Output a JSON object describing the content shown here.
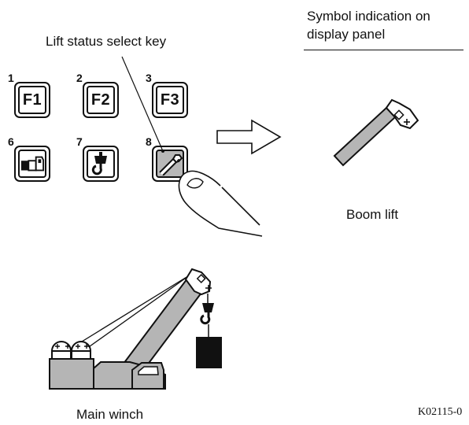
{
  "labels": {
    "symbol_indication_line1": "Symbol indication on",
    "symbol_indication_line2": "display panel",
    "lift_status_key": "Lift status select key",
    "boom_lift": "Boom lift",
    "main_winch": "Main winch",
    "figure_code": "K02115-0"
  },
  "keys": [
    {
      "number": "1",
      "label": "F1"
    },
    {
      "number": "2",
      "label": "F2"
    },
    {
      "number": "3",
      "label": "F3"
    },
    {
      "number": "6",
      "icon": "telescope-icon"
    },
    {
      "number": "7",
      "icon": "hook-icon"
    },
    {
      "number": "8",
      "icon": "boom-lift-icon",
      "active": true
    }
  ],
  "colors": {
    "active_key": "#b8b8b8",
    "boom_fill": "#b5b5b5",
    "line": "#111111"
  }
}
